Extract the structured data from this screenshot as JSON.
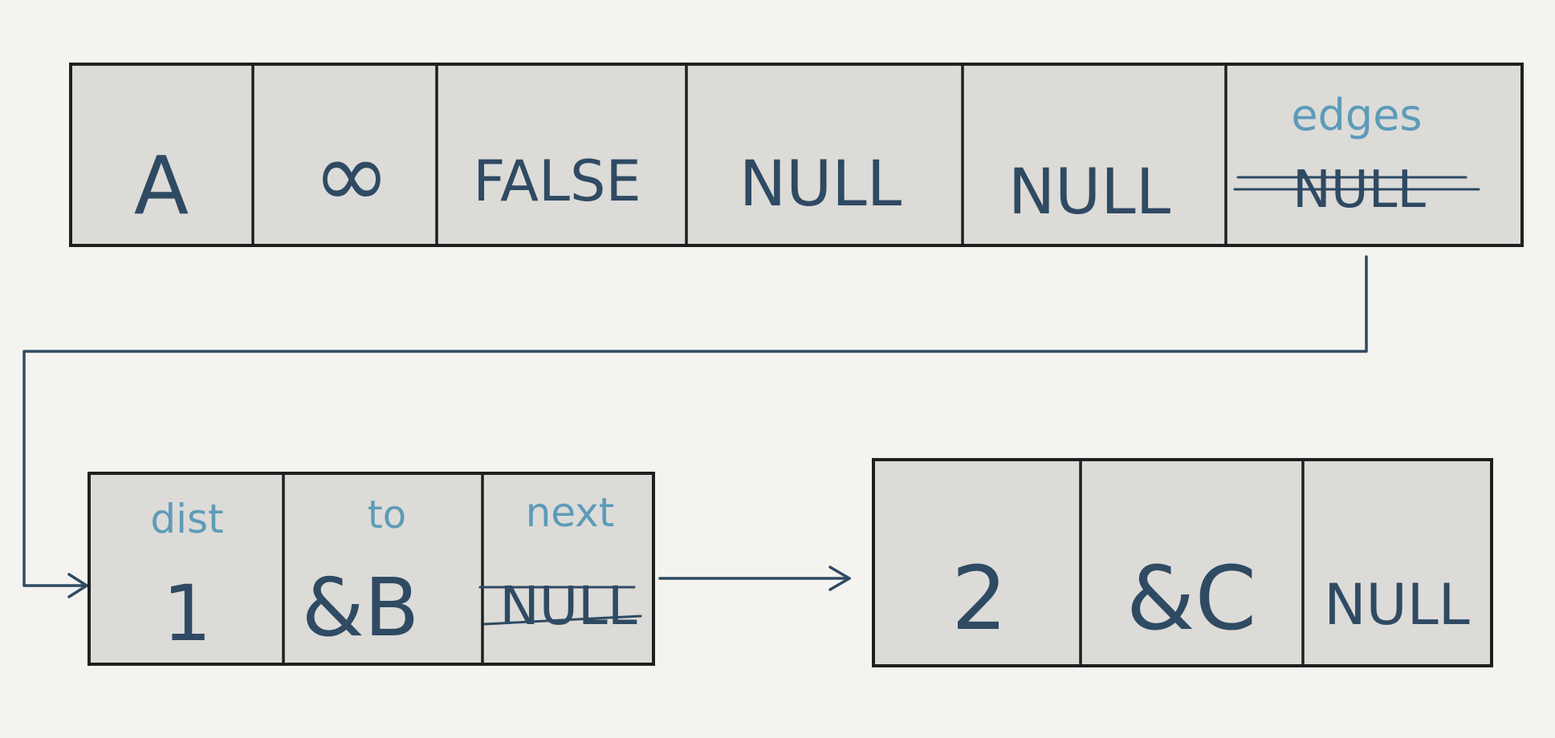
{
  "vertex": {
    "name": "A",
    "dist": "∞",
    "visited": "FALSE",
    "field4": "NULL",
    "field5": "NULL",
    "edges_label": "edges",
    "edges_old": "NULL"
  },
  "edge1": {
    "dist_label": "dist",
    "dist": "1",
    "to_label": "to",
    "to": "&B",
    "next_label": "next",
    "next_old": "NULL"
  },
  "edge2": {
    "dist": "2",
    "to": "&C",
    "next": "NULL"
  },
  "colors": {
    "ink": "#2f4a63",
    "annotation": "#5d9bb8",
    "cell_fill": "#dcdbd8",
    "border": "#1f1f1f",
    "background": "#f4f3ef"
  }
}
